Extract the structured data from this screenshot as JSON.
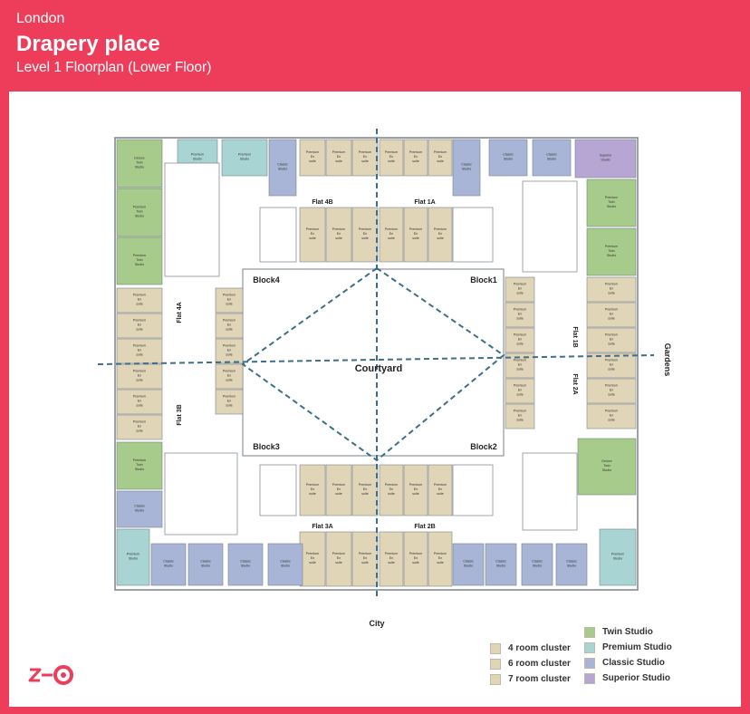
{
  "header": {
    "city": "London",
    "title": "Drapery place",
    "subtitle": "Level 1 Floorplan (Lower Floor)"
  },
  "plan": {
    "courtyard": "Courtyard",
    "blocks": [
      "Block4",
      "Block1",
      "Block3",
      "Block2"
    ],
    "flats": [
      "Flat 4B",
      "Flat 1A",
      "Flat 3A",
      "Flat 2B",
      "Flat 4A",
      "Flat 3B",
      "Flat 1B",
      "Flat 2A"
    ],
    "directions": {
      "south": "City",
      "east": "Gardens"
    },
    "room_labels": {
      "premium_ensuite": "Premium En suite",
      "classic_studio": "Classic Studio",
      "premium_studio": "Premium Studio",
      "premium_twin": "Premium Twin Studio",
      "deluxe_twin": "Deluxe Twin Studio",
      "superior_studio": "Superior Studio"
    }
  },
  "legend": {
    "clusters": [
      {
        "label": "4 room cluster",
        "color": "#E0D5B7"
      },
      {
        "label": "6 room cluster",
        "color": "#E0D5B7"
      },
      {
        "label": "7 room cluster",
        "color": "#E0D5B7"
      }
    ],
    "studios": [
      {
        "label": "Twin Studio",
        "color": "#A6CB8B"
      },
      {
        "label": "Premium Studio",
        "color": "#A8D5D3"
      },
      {
        "label": "Classic Studio",
        "color": "#A9B5D6"
      },
      {
        "label": "Superior Studio",
        "color": "#B7A6D3"
      }
    ]
  },
  "colors": {
    "brand": "#EE3D5B",
    "ensuite": "#E0D5B7",
    "twin": "#A6CB8B",
    "premium_studio": "#A8D5D3",
    "classic": "#A9B5D6",
    "superior": "#B7A6D3",
    "wall": "#7A8288",
    "axis": "#3D6E8C"
  }
}
